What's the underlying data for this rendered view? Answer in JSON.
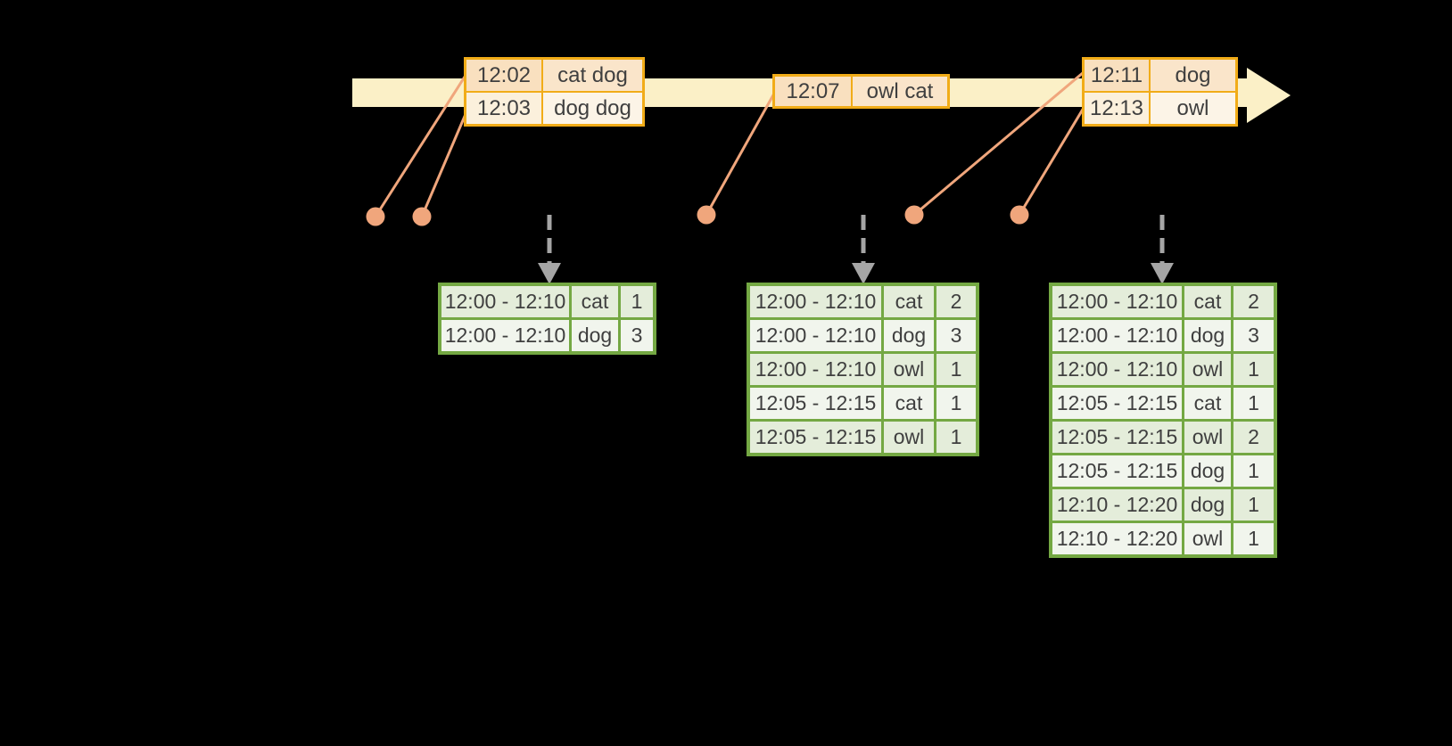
{
  "colors": {
    "background": "#000000",
    "timeline_fill": "#fbf0c7",
    "event_table_border": "#f1ac18",
    "event_row_peach": "#f9e0bf",
    "event_row_cream": "#fbf0dc",
    "connector_salmon": "#f0a67c",
    "trigger_arrow_gray": "#a5a5a5",
    "result_table_border": "#74a843",
    "result_row_dark": "#e4edda",
    "result_row_light": "#f1f5ed",
    "text": "#3f3f3f"
  },
  "icons": {
    "timeline_arrow": "right-arrowhead",
    "trigger_arrow": "dashed-down-arrow",
    "event_marker": "filled-circle"
  },
  "event_tables": [
    {
      "rows": [
        {
          "time": "12:02",
          "words": "cat dog"
        },
        {
          "time": "12:03",
          "words": "dog dog"
        }
      ]
    },
    {
      "rows": [
        {
          "time": "12:07",
          "words": "owl cat"
        }
      ]
    },
    {
      "rows": [
        {
          "time": "12:11",
          "words": "dog"
        },
        {
          "time": "12:13",
          "words": "owl"
        }
      ]
    }
  ],
  "result_tables": [
    {
      "rows": [
        {
          "window": "12:00 - 12:10",
          "word": "cat",
          "count": "1"
        },
        {
          "window": "12:00 - 12:10",
          "word": "dog",
          "count": "3"
        }
      ]
    },
    {
      "rows": [
        {
          "window": "12:00 - 12:10",
          "word": "cat",
          "count": "2"
        },
        {
          "window": "12:00 - 12:10",
          "word": "dog",
          "count": "3"
        },
        {
          "window": "12:00 - 12:10",
          "word": "owl",
          "count": "1"
        },
        {
          "window": "12:05 - 12:15",
          "word": "cat",
          "count": "1"
        },
        {
          "window": "12:05 - 12:15",
          "word": "owl",
          "count": "1"
        }
      ]
    },
    {
      "rows": [
        {
          "window": "12:00 - 12:10",
          "word": "cat",
          "count": "2"
        },
        {
          "window": "12:00 - 12:10",
          "word": "dog",
          "count": "3"
        },
        {
          "window": "12:00 - 12:10",
          "word": "owl",
          "count": "1"
        },
        {
          "window": "12:05 - 12:15",
          "word": "cat",
          "count": "1"
        },
        {
          "window": "12:05 - 12:15",
          "word": "owl",
          "count": "2"
        },
        {
          "window": "12:05 - 12:15",
          "word": "dog",
          "count": "1"
        },
        {
          "window": "12:10 - 12:20",
          "word": "dog",
          "count": "1"
        },
        {
          "window": "12:10 - 12:20",
          "word": "owl",
          "count": "1"
        }
      ]
    }
  ]
}
